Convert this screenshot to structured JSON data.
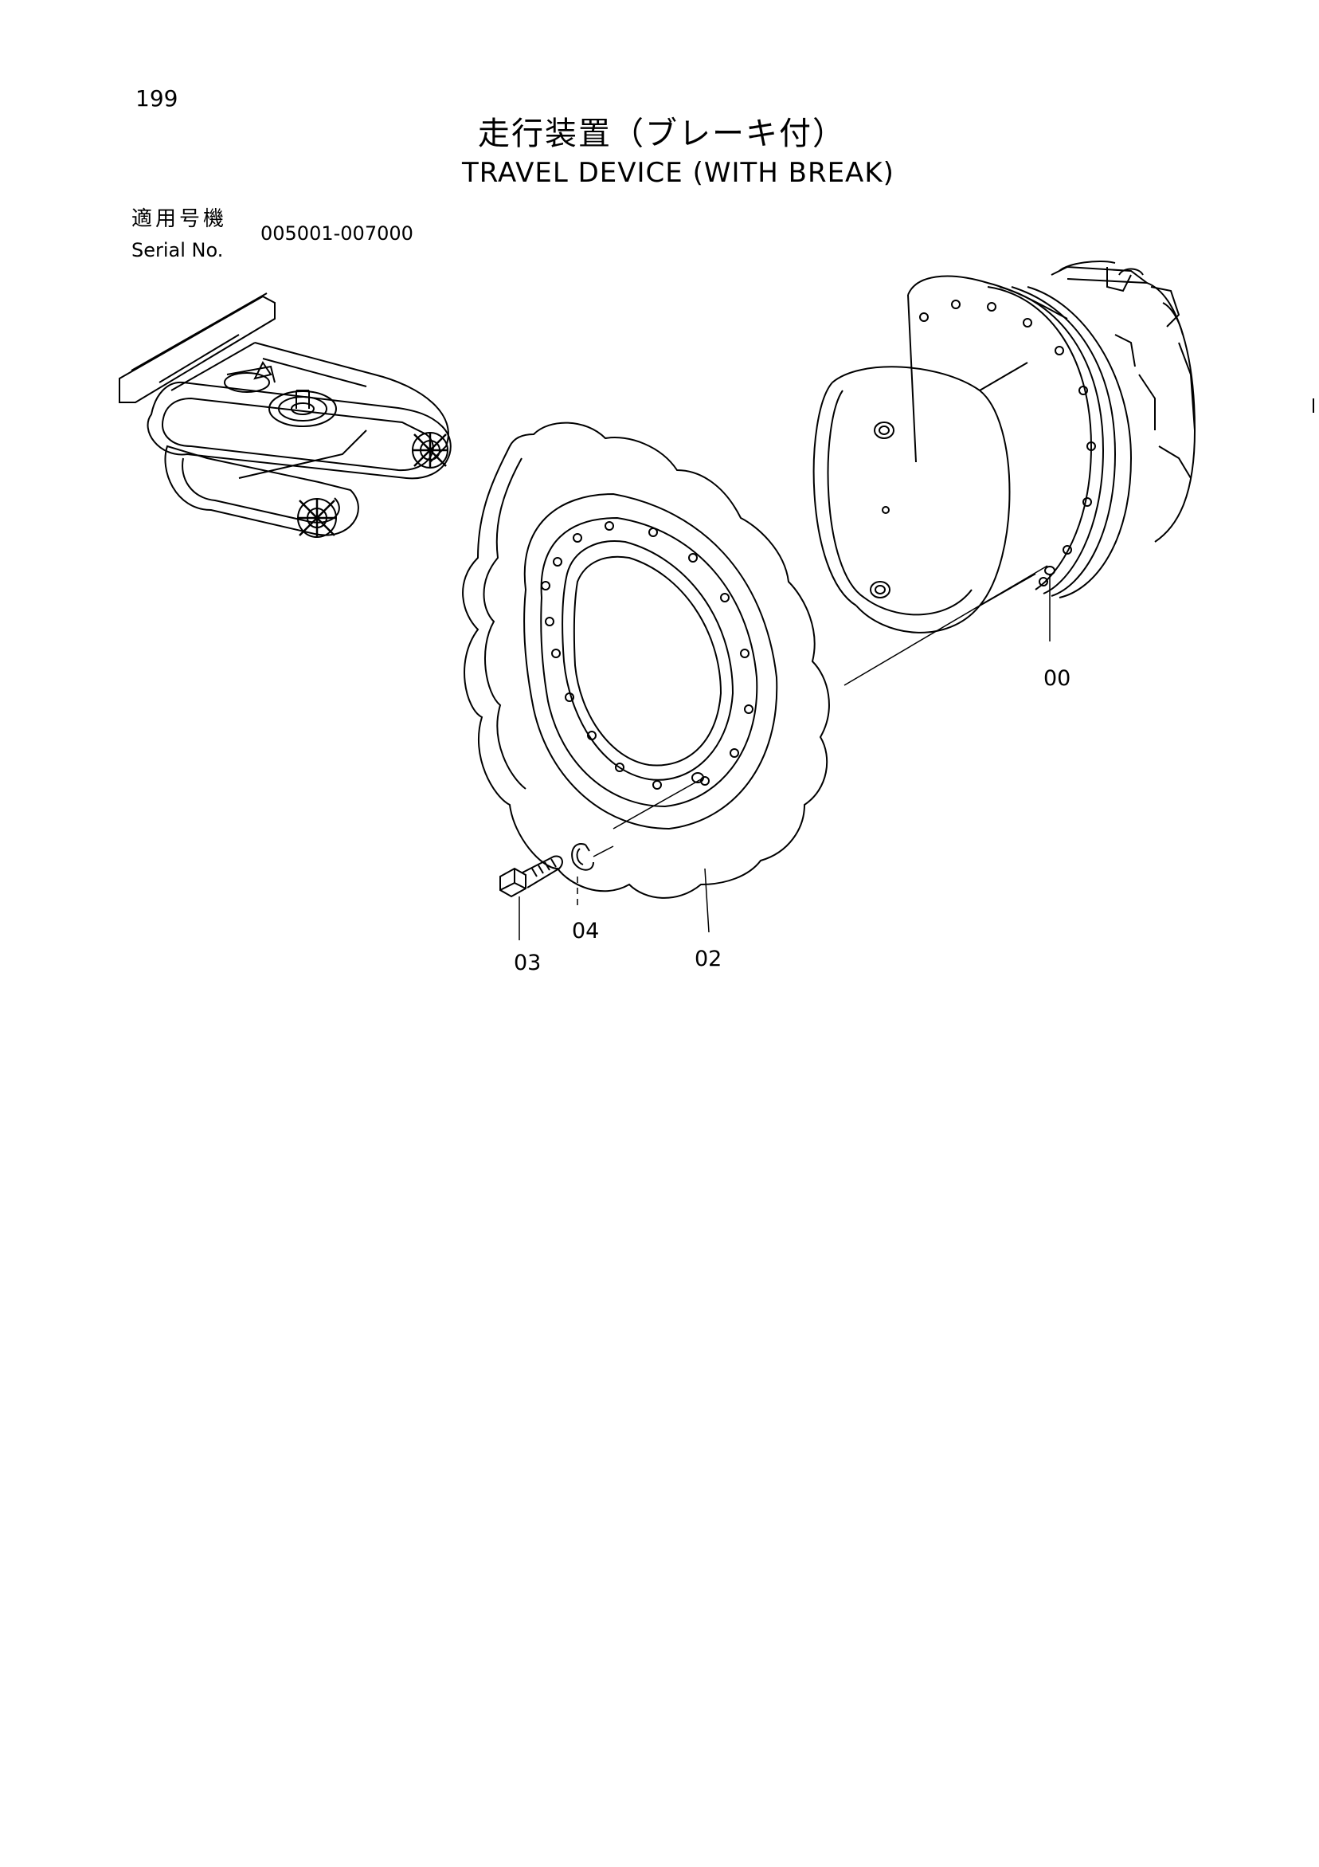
{
  "page_number": "199",
  "title_jp": "走行装置（ブレーキ付）",
  "title_en": "TRAVEL DEVICE (WITH BREAK)",
  "serial": {
    "label_jp": "適用号機",
    "label_en": "Serial No.",
    "range": "005001-007000"
  },
  "callouts": [
    "00",
    "02",
    "03",
    "04"
  ],
  "colors": {
    "ink": "#000000",
    "paper": "#ffffff"
  }
}
